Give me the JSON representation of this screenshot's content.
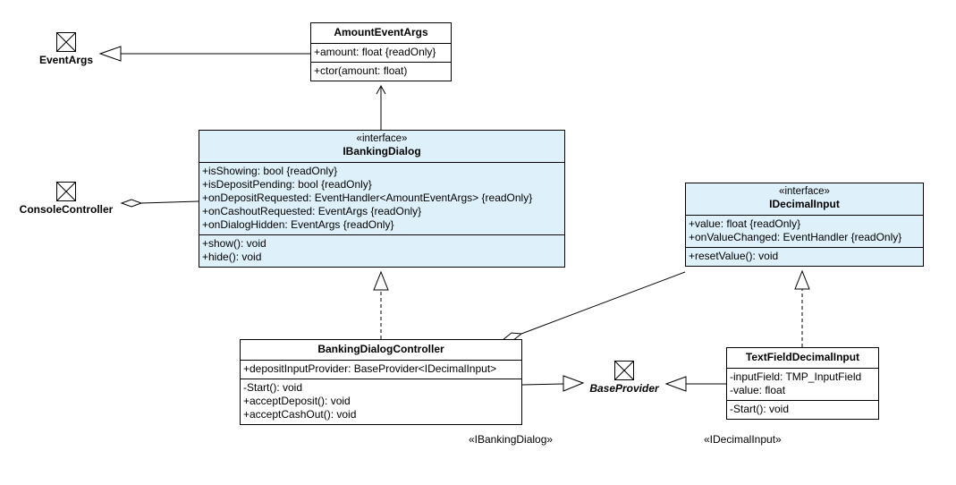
{
  "external_types": {
    "event_args": "EventArgs",
    "console_controller": "ConsoleController",
    "base_provider": "BaseProvider"
  },
  "classes": {
    "amount_event_args": {
      "name": "AmountEventArgs",
      "attributes": [
        "+amount: float {readOnly}"
      ],
      "operations": [
        "+ctor(amount: float)"
      ]
    },
    "ibanking_dialog": {
      "stereotype": "«interface»",
      "name": "IBankingDialog",
      "attributes": [
        "+isShowing: bool {readOnly}",
        "+isDepositPending: bool {readOnly}",
        "+onDepositRequested: EventHandler<AmountEventArgs> {readOnly}",
        "+onCashoutRequested: EventArgs {readOnly}",
        "+onDialogHidden: EventArgs {readOnly}"
      ],
      "operations": [
        "+show(): void",
        "+hide(): void"
      ]
    },
    "idecimal_input": {
      "stereotype": "«interface»",
      "name": "IDecimalInput",
      "attributes": [
        "+value: float {readOnly}",
        "+onValueChanged: EventHandler {readOnly}"
      ],
      "operations": [
        "+resetValue(): void"
      ]
    },
    "banking_dialog_controller": {
      "name": "BankingDialogController",
      "attributes": [
        "+depositInputProvider: BaseProvider<IDecimalInput>"
      ],
      "operations": [
        "-Start(): void",
        "+acceptDeposit(): void",
        "+acceptCashOut(): void"
      ],
      "realizes_label": "«IBankingDialog»"
    },
    "text_field_decimal_input": {
      "name": "TextFieldDecimalInput",
      "attributes": [
        "-inputField: TMP_InputField",
        "-value: float"
      ],
      "operations": [
        "-Start(): void"
      ],
      "realizes_label": "«IDecimalInput»"
    }
  },
  "colors": {
    "interface_fill": "#def0fa",
    "class_fill": "#ffffff",
    "line": "#000000"
  }
}
